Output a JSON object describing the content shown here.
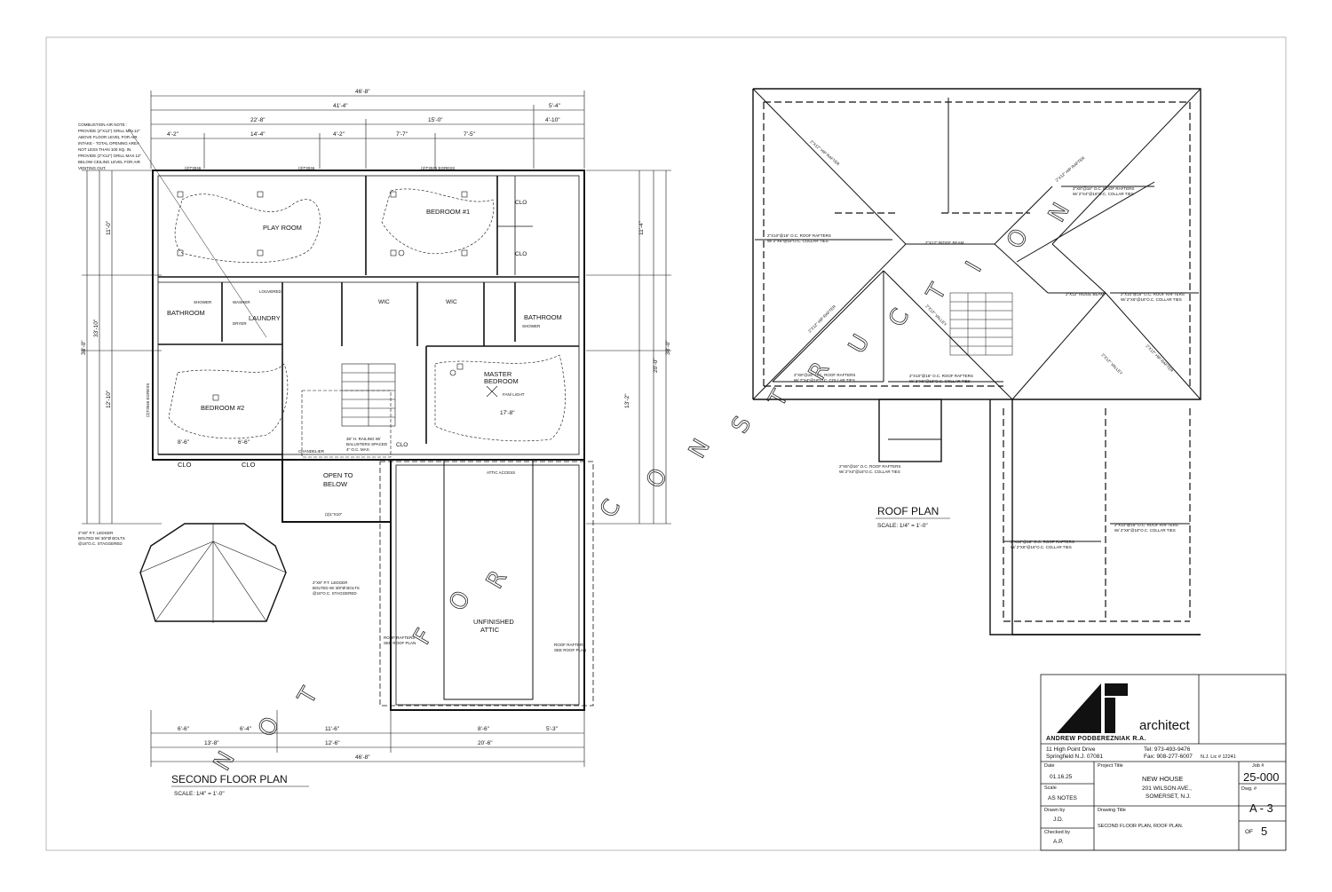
{
  "second_floor": {
    "title": "SECOND FLOOR PLAN",
    "scale": "SCALE: 1/4\" = 1'-0\"",
    "rooms": {
      "play_room": "PLAY ROOM",
      "bedroom1": "BEDROOM #1",
      "bedroom2": "BEDROOM #2",
      "master": "MASTER",
      "master2": "BEDROOM",
      "bath_left": "BATHROOM",
      "bath_right": "BATHROOM",
      "laundry": "LAUNDRY",
      "wic1": "WIC",
      "wic2": "WIC",
      "attic1": "UNFINISHED",
      "attic2": "ATTIC",
      "open1": "OPEN TO",
      "open2": "BELOW",
      "shower1": "SHOWER",
      "shower2": "SHOWER",
      "washer": "WASHER",
      "dryer": "DRYER",
      "clo1": "CLO",
      "clo2": "CLO",
      "clo3": "CLO",
      "clo4": "CLO",
      "clo5": "CLO",
      "attic_access": "ATTIC ACCESS"
    },
    "dims": {
      "overall_top": "46'-8\"",
      "top2a": "41'-4\"",
      "top2b": "5'-4\"",
      "top3a": "22'-8\"",
      "top3b": "15'-0\"",
      "top3c": "4'-10\"",
      "top4a": "4'-2\"",
      "top4b": "14'-4\"",
      "top4c": "4'-2\"",
      "top4d": "7'-7\"",
      "top4e": "7'-5\"",
      "overall_bottom": "46'-8\"",
      "bot1a": "13'-8\"",
      "bot1b": "12'-6\"",
      "bot1c": "20'-6\"",
      "bot2a": "6'-6\"",
      "bot2b": "6'-4\"",
      "bot2c": "11'-6\"",
      "bot2d": "8'-6\"",
      "bot2e": "5'-3\"",
      "left_overall": "38'-0\"",
      "left_a": "33'-10\"",
      "left_b": "11'-0\"",
      "left_c": "12'-10\"",
      "right_overall": "38'-0\"",
      "right_a": "20'-0\"",
      "right_b": "11'-4\"",
      "right_c": "13'-2\"",
      "mid_a": "17'-8\"",
      "mid_b": "8'-6\"",
      "mid_c": "6'-6\""
    },
    "notes": {
      "comb_title": "COMBUSTION AIR NOTE :",
      "comb1": "PROVIDE (2\"X12\") GRILL MIN.12\"",
      "comb2": "ABOVE FLOOR LEVEL FOR AIR",
      "comb3": "INTAKE - TOTAL OPENING AREA",
      "comb4": "NOT LESS THAN 100 SQ. IN.",
      "comb5": "PROVIDE (2\"X12\") GRILL MAX.12\"",
      "comb6": "BELOW CEILING LEVEL FOR AIR",
      "comb7": "VENTING OUT.",
      "ledger1": "2\"X8\" P.T. LEDGER",
      "ledger2": "BOLTED W/ 3/8\"Ø BOLTS",
      "ledger3": "@16\"O.C. STAGGERED",
      "ledger4": "2\"X8\" P.T. LEDGER",
      "ledger5": "BOLTED W/ 3/8\"Ø BOLTS",
      "ledger6": "@16\"O.C. STAGGERED",
      "rail1": "36\" H. RAILING W/",
      "rail2": "BALUSTERS SPACED",
      "rail3": "4\" O.C. MAX.",
      "chandelier": "CHANDELIER",
      "rafters1": "ROOF RAFTERS",
      "rafters2": "SEE ROOF PLAN",
      "rafters3": "ROOF RAFTERS",
      "rafters4": "SEE ROOF PLAN",
      "fan_light": "FAN/ LIGHT",
      "egress1": "(2)T3046 EGRESS",
      "egress2": "(2)T3046 EGRESS",
      "window1": "(2)T3046",
      "window2": "(3)T3046",
      "louvered": "LOUVERED",
      "header": "(2)1\"X10\""
    }
  },
  "roof": {
    "title": "ROOF PLAN",
    "scale": "SCALE: 1/4\" = 1'-0\"",
    "notes": {
      "r1a": "2\"X10\"@16\" O.C. ROOF RAFTERS",
      "r1b": "W/ 2\"X6\"@16\"O.C. COLLAR TIES",
      "r2a": "2\"X10\"@16\" O.C. ROOF RAFTERS",
      "r2b": "W/ 2\"X6\"@16\"O.C. COLLAR TIES",
      "r3a": "2\"X10\"@16\" O.C. ROOF RAFTERS",
      "r3b": "W/ 2\"X6\"@16\"O.C. COLLAR TIES",
      "r4a": "2\"X8\"@16\" O.C. ROOF RAFTERS",
      "r4b": "W/ 2\"X4\"@16\"O.C. COLLAR TIES",
      "r5a": "2\"X6\"@16\" O.C. ROOF RAFTERS",
      "r5b": "W/ 2\"X4\"@16\"O.C. COLLAR TIES",
      "r6a": "2\"X10\"@16\" O.C. ROOF RAFTERS",
      "r6b": "W/ 2\"X6\"@16\"O.C. COLLAR TIES",
      "r7a": "2\"X10\"@16\" O.C. ROOF RAFTERS",
      "r7b": "W/ 2\"X6\"@16\"O.C. COLLAR TIES",
      "r8a": "2\"X8\"@16\" O.C. ROOF RAFTERS",
      "r8b": "W/ 2\"X4\"@16\"O.C. COLLAR TIES",
      "ridge1": "2\"X12\" RIDGE BEAM",
      "ridge2": "2\"X12\" RIDGE BEAM",
      "hip1": "2\"X12\" HIP RAFTER",
      "hip2": "2\"X12\" HIP RAFTER",
      "hip3": "2\"X12\" HIP RAFTER",
      "hip4": "2\"X12\" HIP RAFTER",
      "valley1": "2\"X12\" VALLEY",
      "valley2": "2\"X12\" VALLEY"
    }
  },
  "watermark": {
    "letters": [
      "N",
      "O",
      "T",
      "F",
      "O",
      "R",
      "C",
      "O",
      "N",
      "S",
      "T",
      "R",
      "U",
      "C",
      "T",
      "I",
      "O",
      "N"
    ]
  },
  "title_block": {
    "firm": "architect",
    "name": "ANDREW PODBEREZNIAK R.A.",
    "addr1": "11 High Point Drive",
    "addr2": "Springfield N.J. 07081",
    "tel": "Tel: 973-493-9476",
    "fax": "Fax: 908-277-6007",
    "lic": "N.J. Lic # 12241",
    "date_label": "Date",
    "date": "01.16.25",
    "project_label": "Project Title",
    "project1": "NEW HOUSE",
    "project2": "201 WILSON AVE.,",
    "project3": "SOMERSET, N.J.",
    "job_label": "Job #",
    "job": "25-000",
    "scale_label": "Scale",
    "scale": "AS NOTES",
    "dwg_label": "Dwg. #",
    "dwg": "A - 3",
    "drawn_label": "Drawn by",
    "drawn": "J.D.",
    "drawing_label": "Drawing Title",
    "drawing": "SECOND FLOOR PLAN, ROOF PLAN.",
    "of_label": "OF",
    "of": "5",
    "checked_label": "Checked by",
    "checked": "A.P."
  }
}
